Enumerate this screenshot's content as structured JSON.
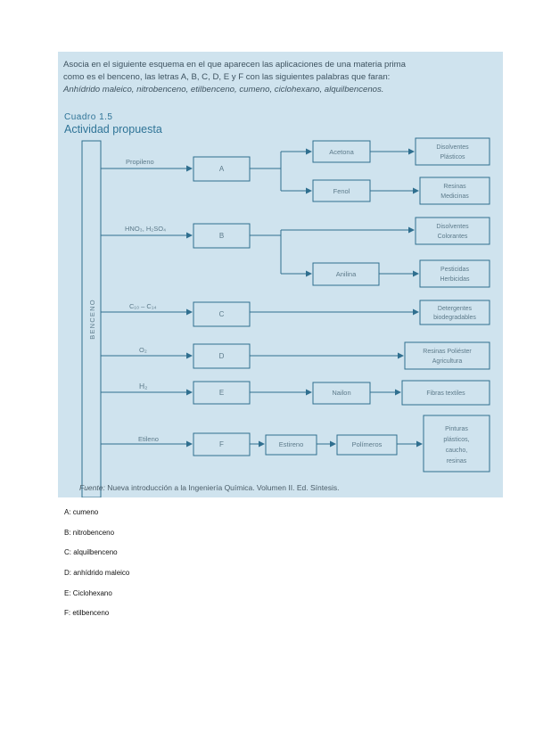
{
  "figure": {
    "intro_line1": "Asocia en el siguiente esquema en el que aparecen las aplicaciones de una materia prima",
    "intro_line2": "como es el benceno, las letras A, B, C, D, E y F con las siguientes palabras que faran:",
    "intro_words": "Anhídrido maleico, nitrobenceno, etilbenceno, cumeno, ciclohexano, alquilbencenos.",
    "box_label": "Cuadro 1.5",
    "box_title": "Actividad propuesta",
    "main_label": "BENCENO",
    "reagents": [
      "Propileno",
      "HNO₃, H₂SO₄",
      "C₁₀ – C₁₄",
      "O₂",
      "H₂",
      "Etileno"
    ],
    "letters": [
      "A",
      "B",
      "C",
      "D",
      "E",
      "F"
    ],
    "intermediates": {
      "acetona": "Acetona",
      "fenol": "Fenol",
      "anilina": "Anilina",
      "nailon": "Nailon",
      "estireno": "Estireno",
      "polimeros": "Polímeros"
    },
    "products": {
      "disolventes": [
        "Disolventes",
        "Plásticos"
      ],
      "resinas": [
        "Resinas",
        "Medicinas"
      ],
      "colorantes": [
        "Disolventes",
        "Colorantes"
      ],
      "pesticidas": [
        "Pesticidas",
        "Herbicidas"
      ],
      "detergentes": [
        "Detergentes",
        "biodegradables"
      ],
      "poliester": [
        "Resinas Poliéster",
        "Agricultura"
      ],
      "fibras": [
        "Fibras textiles"
      ],
      "gomas": [
        "Pinturas",
        "plásticos,",
        "caucho,",
        "resinas"
      ]
    },
    "caption_source": "Fuente:",
    "caption_text": "Nueva introducción a la Ingeniería Química. Volumen II. Ed. Síntesis."
  },
  "answers": [
    "A: cumeno",
    "B: nitrobenceno",
    "C: alquilbenceno",
    "D: anhídrido maleico",
    "E: Ciclohexano",
    "F: etilbenceno"
  ],
  "colors": {
    "figure_bg": "#cfe3ee",
    "line": "#2f6f8f",
    "title": "#2f7497"
  }
}
